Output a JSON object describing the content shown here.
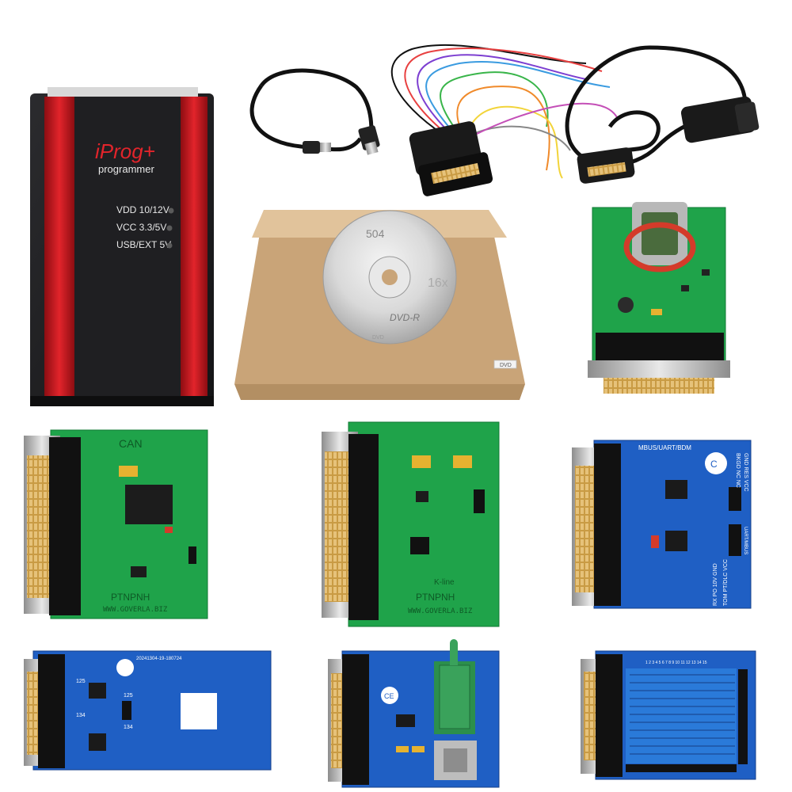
{
  "programmer": {
    "brand": "iProg+",
    "subtitle": "programmer",
    "led_vdd": "VDD 10/12V",
    "led_vcc": "VCC 3.3/5V",
    "led_usb": "USB/EXT 5V"
  },
  "cd": {
    "label_top": "504",
    "label_mid": "16x",
    "label_dvd": "DVD-R",
    "label_small": "DVD"
  },
  "box": {
    "sticker": "DVD"
  },
  "boards": {
    "can": {
      "title": "CAN",
      "maker": "PTNPNH",
      "url": "WWW.GOVERLA.BIZ"
    },
    "kline": {
      "title": "K-line",
      "maker": "PTNPNH",
      "url": "WWW.GOVERLA.BIZ"
    },
    "mbus": {
      "title": "MBUS/UART/BDM",
      "pins_top": "GND RES VCC",
      "pins_mid": "BKGD NC NC",
      "side": "UART/MBUS",
      "bottom1": "RX PO 10V GND",
      "bottom2": "TOM PT/DLC VCC"
    },
    "ce_blue_left": {
      "code": "20241304-19-180724",
      "label_125a": "125",
      "label_125b": "125",
      "label_134a": "134",
      "label_134b": "134"
    },
    "ce_blue_mid": {
      "mark": "CE"
    },
    "proto": {
      "pins": "1 2 3 4 5 6 7 8 9 10 11 12 13 14 15"
    }
  },
  "colors": {
    "green_pcb": "#1fa34a",
    "blue_pcb": "#1f5fc4",
    "box_kraft": "#d4b48c",
    "programmer_red": "#d3171e",
    "programmer_black": "#1d1d1f"
  }
}
